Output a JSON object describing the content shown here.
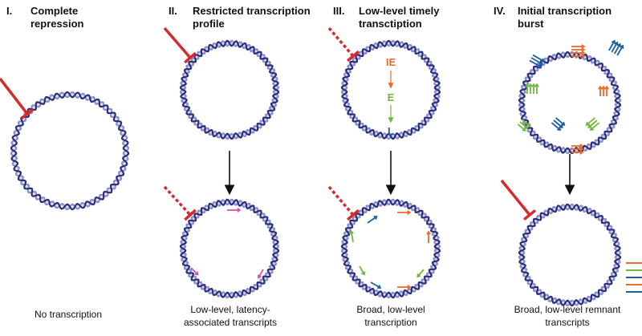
{
  "panels": [
    {
      "numeral": "I.",
      "title": "Complete repression",
      "caption": "No transcription"
    },
    {
      "numeral": "II.",
      "title": "Restricted transcription profile",
      "caption": "Low-level, latency-associated transcripts"
    },
    {
      "numeral": "III.",
      "title": "Low-level timely transctiption",
      "caption": "Broad, low-level transcription",
      "cascade": [
        "IE",
        "E",
        "L"
      ]
    },
    {
      "numeral": "IV.",
      "title": "Initial transcription burst",
      "caption": "Broad, low-level remnant transcripts"
    }
  ],
  "colors": {
    "repressor": "#d62b2b",
    "dna_strand_a": "#2b2e7a",
    "dna_strand_b": "#8a8fc8",
    "ie": "#ee6a2a",
    "e": "#72b83e",
    "l": "#1f5f9e",
    "latency": "#d84fb0",
    "arrow": "#111111"
  }
}
